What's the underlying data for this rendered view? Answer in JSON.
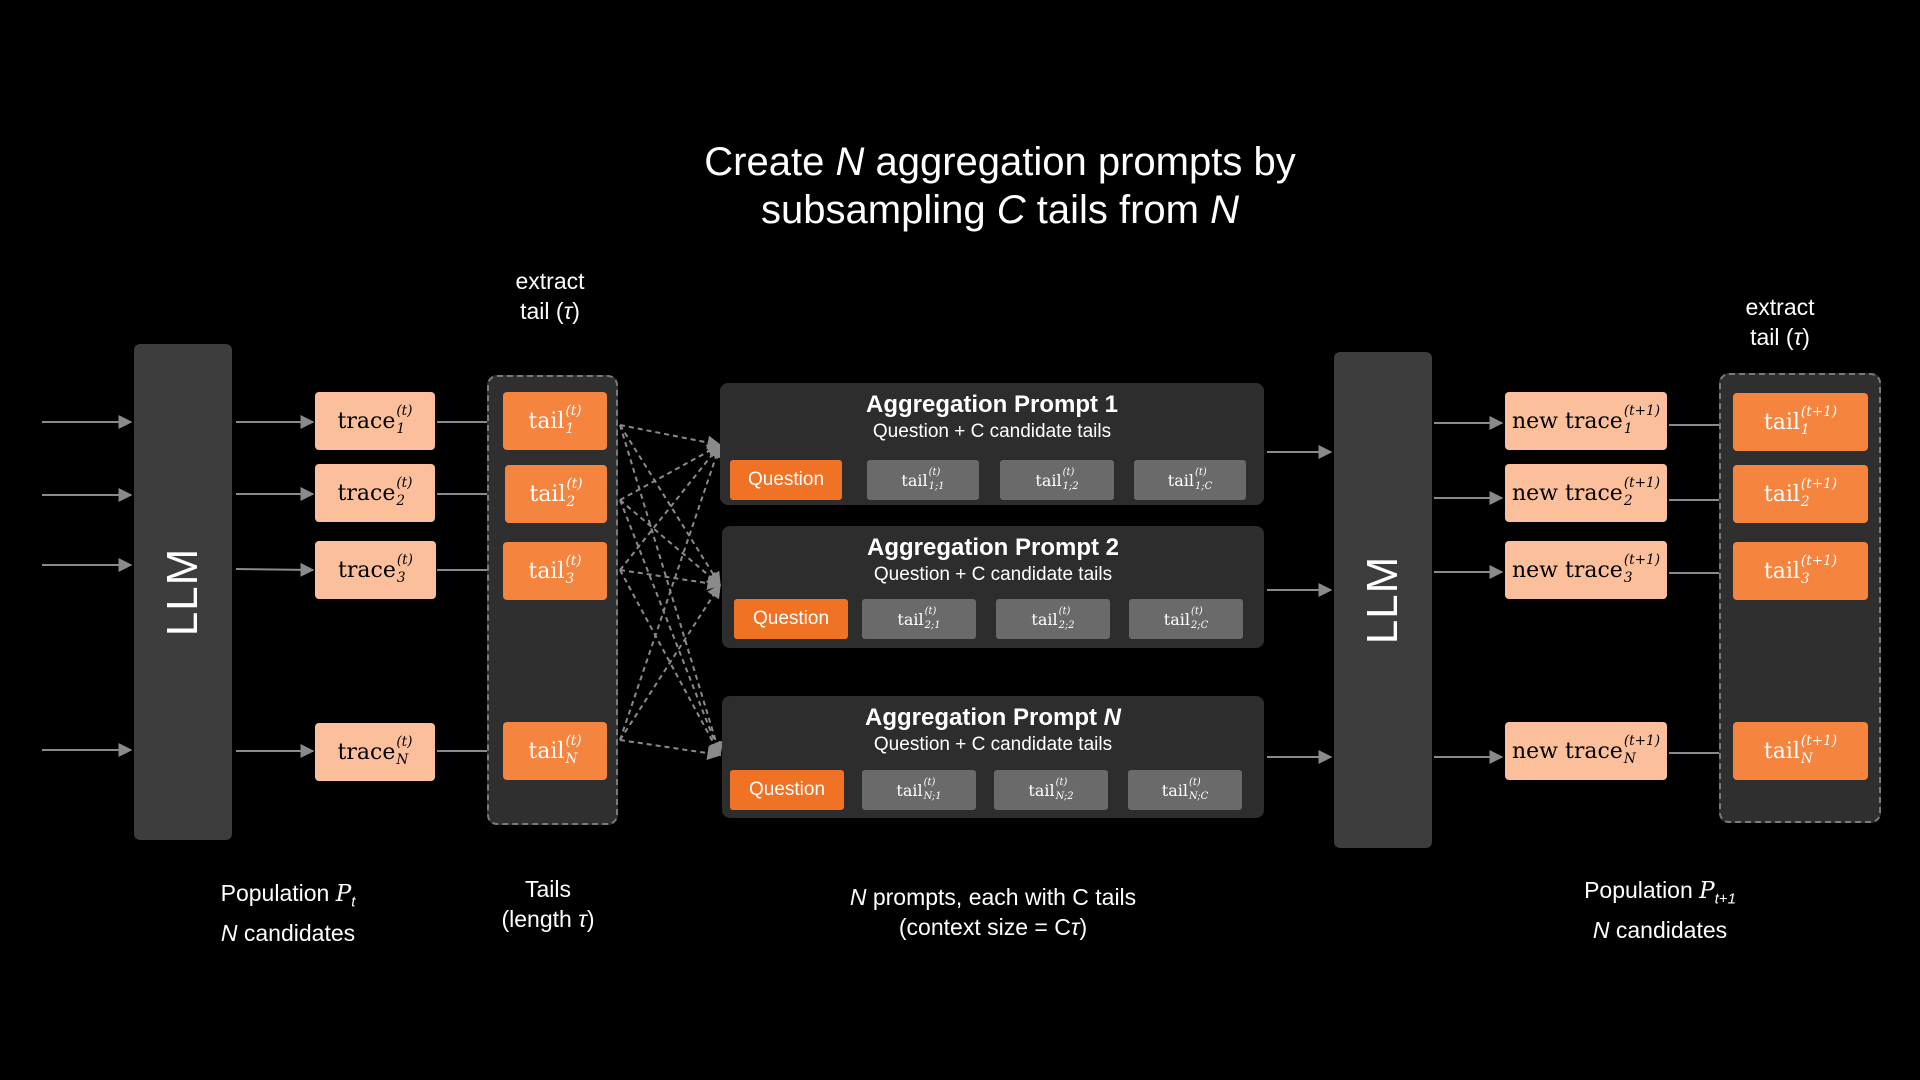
{
  "title": {
    "pre": "Create ",
    "n1": "N",
    "mid": " aggregation prompts by",
    "line2_pre": "subsampling ",
    "c": "C",
    "line2_mid": " tails from ",
    "n2": "N"
  },
  "llm_label": "LLM",
  "extract_label": {
    "line1": "extract",
    "line2_pre": "tail (",
    "tau": "τ",
    "line2_post": ")"
  },
  "traces": [
    {
      "base": "trace",
      "sub": "1",
      "sup": "(t)"
    },
    {
      "base": "trace",
      "sub": "2",
      "sup": "(t)"
    },
    {
      "base": "trace",
      "sub": "3",
      "sup": "(t)"
    },
    {
      "base": "trace",
      "sub": "N",
      "sup": "(t)"
    }
  ],
  "tails": [
    {
      "base": "tail",
      "sub": "1",
      "sup": "(t)"
    },
    {
      "base": "tail",
      "sub": "2",
      "sup": "(t)"
    },
    {
      "base": "tail",
      "sub": "3",
      "sup": "(t)"
    },
    {
      "base": "tail",
      "sub": "N",
      "sup": "(t)"
    }
  ],
  "prompts": [
    {
      "title_pre": "Aggregation Prompt ",
      "title_num": "1",
      "subtitle": "Question + C candidate tails",
      "question": "Question",
      "tails": [
        {
          "base": "tail",
          "sub": "1;1",
          "sup": "(t)"
        },
        {
          "base": "tail",
          "sub": "1;2",
          "sup": "(t)"
        },
        {
          "base": "tail",
          "sub": "1;C",
          "sup": "(t)"
        }
      ]
    },
    {
      "title_pre": "Aggregation Prompt ",
      "title_num": "2",
      "subtitle": "Question + C candidate tails",
      "question": "Question",
      "tails": [
        {
          "base": "tail",
          "sub": "2;1",
          "sup": "(t)"
        },
        {
          "base": "tail",
          "sub": "2;2",
          "sup": "(t)"
        },
        {
          "base": "tail",
          "sub": "2;C",
          "sup": "(t)"
        }
      ]
    },
    {
      "title_pre": "Aggregation Prompt ",
      "title_num": "N",
      "subtitle": "Question + C candidate tails",
      "question": "Question",
      "tails": [
        {
          "base": "tail",
          "sub": "N;1",
          "sup": "(t)"
        },
        {
          "base": "tail",
          "sub": "N;2",
          "sup": "(t)"
        },
        {
          "base": "tail",
          "sub": "N;C",
          "sup": "(t)"
        }
      ]
    }
  ],
  "new_traces": [
    {
      "base": "new trace",
      "sub": "1",
      "sup": "(t+1)"
    },
    {
      "base": "new trace",
      "sub": "2",
      "sup": "(t+1)"
    },
    {
      "base": "new trace",
      "sub": "3",
      "sup": "(t+1)"
    },
    {
      "base": "new trace",
      "sub": "N",
      "sup": "(t+1)"
    }
  ],
  "new_tails": [
    {
      "base": "tail",
      "sub": "1",
      "sup": "(t+1)"
    },
    {
      "base": "tail",
      "sub": "2",
      "sup": "(t+1)"
    },
    {
      "base": "tail",
      "sub": "3",
      "sup": "(t+1)"
    },
    {
      "base": "tail",
      "sub": "N",
      "sup": "(t+1)"
    }
  ],
  "captions": {
    "pop_t": {
      "line1_pre": "Population ",
      "line1_var": "P",
      "line1_sub": "t",
      "line2_var": "N",
      "line2_post": " candidates"
    },
    "tails": {
      "line1": "Tails",
      "line2_pre": "(length ",
      "tau": "τ",
      "line2_post": ")"
    },
    "prompts": {
      "line1_var": "N",
      "line1_post": " prompts, each with C tails",
      "line2_pre": "(context size = C",
      "tau": "τ",
      "line2_post": ")"
    },
    "pop_t1": {
      "line1_pre": "Population ",
      "line1_var": "P",
      "line1_sub": "t+1",
      "line2_var": "N",
      "line2_post": " candidates"
    }
  },
  "colors": {
    "background": "#000000",
    "llm_box": "#3d3d3d",
    "trace_fill": "#fbbf9b",
    "tail_fill": "#f4843e",
    "question_fill": "#f07224",
    "mini_tail_fill": "#6a6a6a",
    "prompt_fill": "#2d2d2d",
    "arrow": "#8a8a8a"
  }
}
